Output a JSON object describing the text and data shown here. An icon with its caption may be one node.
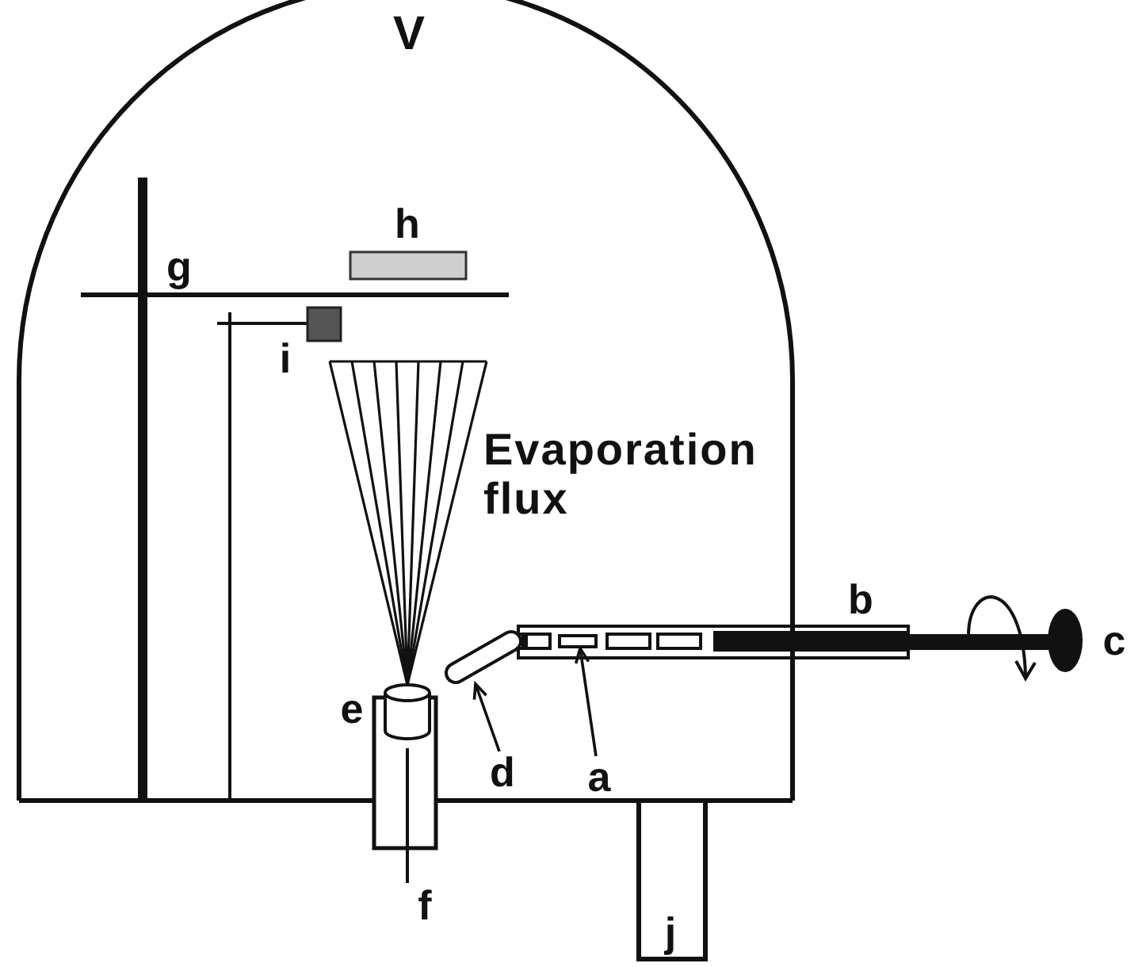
{
  "diagram": {
    "nodes": [
      {
        "text": [],
        "shape": "bar"
      },
      {
        "text": [],
        "shape": "box"
      },
      {
        "text": [
          "d"
        ]
      },
      {
        "text": [
          "a"
        ]
      }
    ],
    "edges": [
      {
        "from": 2,
        "to": 0,
        "arrow": "to"
      },
      {
        "from": 3,
        "to": 1,
        "arrow": "to"
      }
    ],
    "labels": [
      "V",
      "h",
      "g",
      "i",
      "Evaporation flux",
      "b",
      "c",
      "e",
      "f",
      "j"
    ]
  }
}
